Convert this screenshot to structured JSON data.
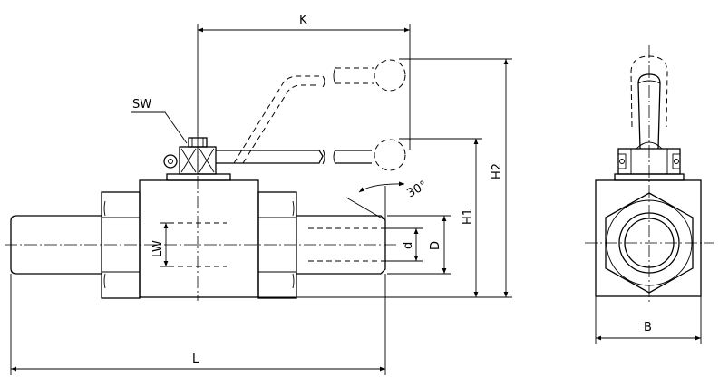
{
  "labels": {
    "K": "K",
    "SW": "SW",
    "angle": "30°",
    "H2": "H2",
    "H1": "H1",
    "LW": "LW",
    "d": "d",
    "D": "D",
    "L": "L",
    "B": "B"
  },
  "icons": {
    "arrowhead": "filled-triangle"
  }
}
